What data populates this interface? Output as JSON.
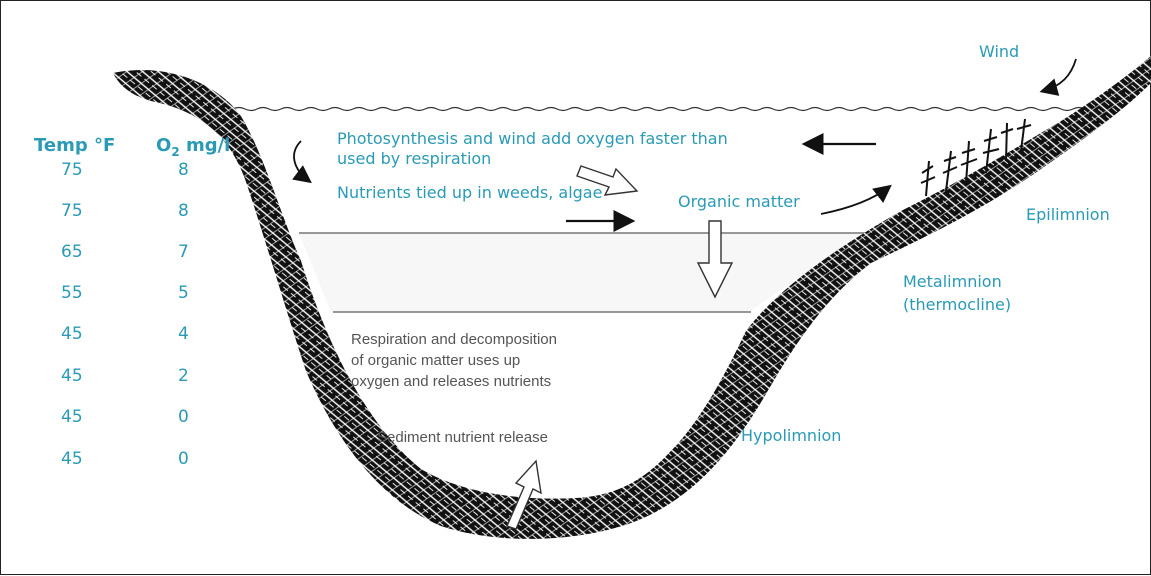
{
  "columns": {
    "temp_header": "Temp °F",
    "o2_header_prefix": "O",
    "o2_header_sub": "2",
    "o2_header_suffix": " mg/l",
    "temp_values": [
      "75",
      "75",
      "65",
      "55",
      "45",
      "45",
      "45",
      "45"
    ],
    "o2_values": [
      "8",
      "8",
      "7",
      "5",
      "4",
      "2",
      "0",
      "0"
    ]
  },
  "labels": {
    "wind": "Wind",
    "photosynthesis_line1": "Photosynthesis and wind add oxygen faster than",
    "photosynthesis_line2": "used by respiration",
    "nutrients": "Nutrients tied up in weeds, algae",
    "organic_matter": "Organic matter",
    "epilimnion": "Epilimnion",
    "metalimnion": "Metalimnion",
    "thermocline": "(thermocline)",
    "hypolimnion": "Hypolimnion",
    "respiration_line1": "Respiration and decomposition",
    "respiration_line2": "of organic matter uses up",
    "respiration_line3": "oxygen and releases nutrients",
    "sediment": "Sediment nutrient release"
  },
  "colors": {
    "label_teal": "#2a9ab5",
    "note_gray": "#555555",
    "sediment_black": "#111111"
  }
}
